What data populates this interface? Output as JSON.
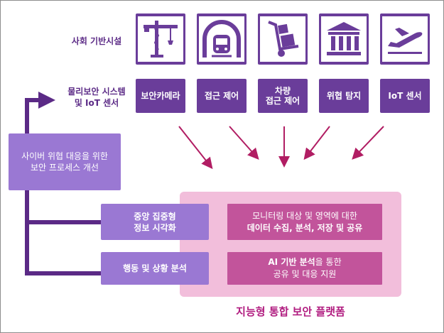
{
  "rows": {
    "facilities_label": "사회 기반시설",
    "systems_label_line1": "물리보안 시스템",
    "systems_label_line2": "및 IoT 센서"
  },
  "facilities": [
    {
      "icon": "construction-crane-icon"
    },
    {
      "icon": "tunnel-train-icon"
    },
    {
      "icon": "hand-truck-icon"
    },
    {
      "icon": "government-building-icon"
    },
    {
      "icon": "airplane-icon"
    }
  ],
  "systems": [
    {
      "line1": "보안카메라",
      "line2": ""
    },
    {
      "line1": "접근 제어",
      "line2": ""
    },
    {
      "line1": "차량",
      "line2": "접근 제어"
    },
    {
      "line1": "위협 탐지",
      "line2": ""
    },
    {
      "line1": "IoT 센서",
      "line2": ""
    }
  ],
  "process_box": {
    "line1": "사이버 위협 대응을 위한",
    "line2": "보안 프로세스 개선"
  },
  "functions": [
    {
      "line1": "중앙 집중형",
      "line2": "정보 시각화"
    },
    {
      "line1": "행동 및 상황 분석",
      "line2": ""
    }
  ],
  "platform": {
    "title": "지능형 통합 보안 플랫폼",
    "box1": {
      "line1": "모니터링 대상 및 영역에 대한",
      "line2": "데이터 수집, 분석, 저장 및 공유"
    },
    "box2": {
      "line1_bold": "AI 기반 분석",
      "line1_rest": "을 통한",
      "line2": "공유 및 대응 지원"
    }
  },
  "colors": {
    "purple": "#6a3d9a",
    "lavender": "#9a78d3",
    "platform_bg": "#f2bedb",
    "magenta": "#c2549b",
    "arrow": "#b11d63"
  }
}
